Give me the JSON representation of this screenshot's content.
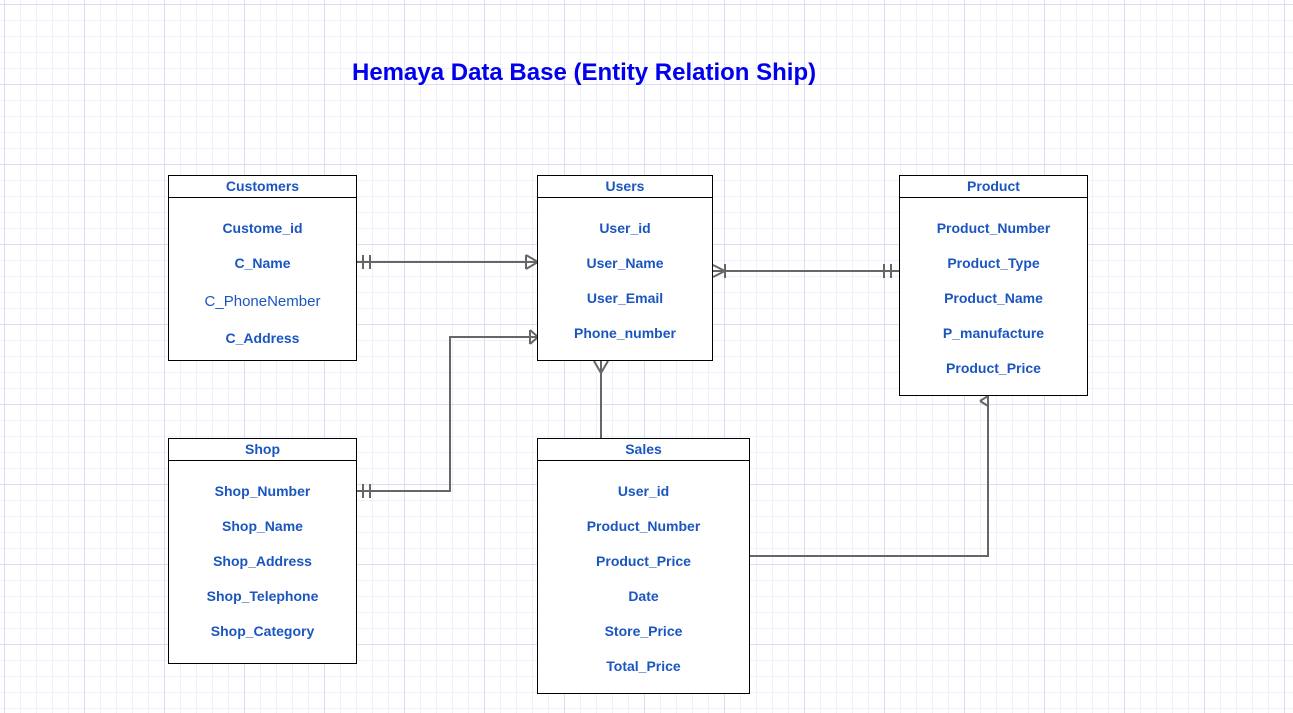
{
  "title": "Hemaya Data Base (Entity Relation Ship)",
  "entities": {
    "customers": {
      "name": "Customers",
      "fields": [
        "Custome_id",
        "C_Name",
        "C_PhoneNember",
        "C_Address"
      ]
    },
    "users": {
      "name": "Users",
      "fields": [
        "User_id",
        "User_Name",
        "User_Email",
        "Phone_number"
      ]
    },
    "product": {
      "name": "Product",
      "fields": [
        "Product_Number",
        "Product_Type",
        "Product_Name",
        "P_manufacture",
        "Product_Price"
      ]
    },
    "shop": {
      "name": "Shop",
      "fields": [
        "Shop_Number",
        "Shop_Name",
        "Shop_Address",
        "Shop_Telephone",
        "Shop_Category"
      ]
    },
    "sales": {
      "name": "Sales",
      "fields": [
        "User_id",
        "Product_Number",
        "Product_Price",
        "Date",
        "Store_Price",
        "Total_Price"
      ]
    }
  },
  "relationships": [
    {
      "from": "customers",
      "to": "users",
      "from_cardinality": "one-and-only-one",
      "to_cardinality": "one-or-many"
    },
    {
      "from": "shop",
      "to": "users",
      "from_cardinality": "one-and-only-one",
      "to_cardinality": "one-or-many"
    },
    {
      "from": "users",
      "to": "product",
      "from_cardinality": "one-or-many",
      "to_cardinality": "one-and-only-one"
    },
    {
      "from": "sales",
      "to": "users",
      "from_cardinality": "none",
      "to_cardinality": "many"
    },
    {
      "from": "sales",
      "to": "product",
      "from_cardinality": "none",
      "to_cardinality": "many"
    }
  ]
}
